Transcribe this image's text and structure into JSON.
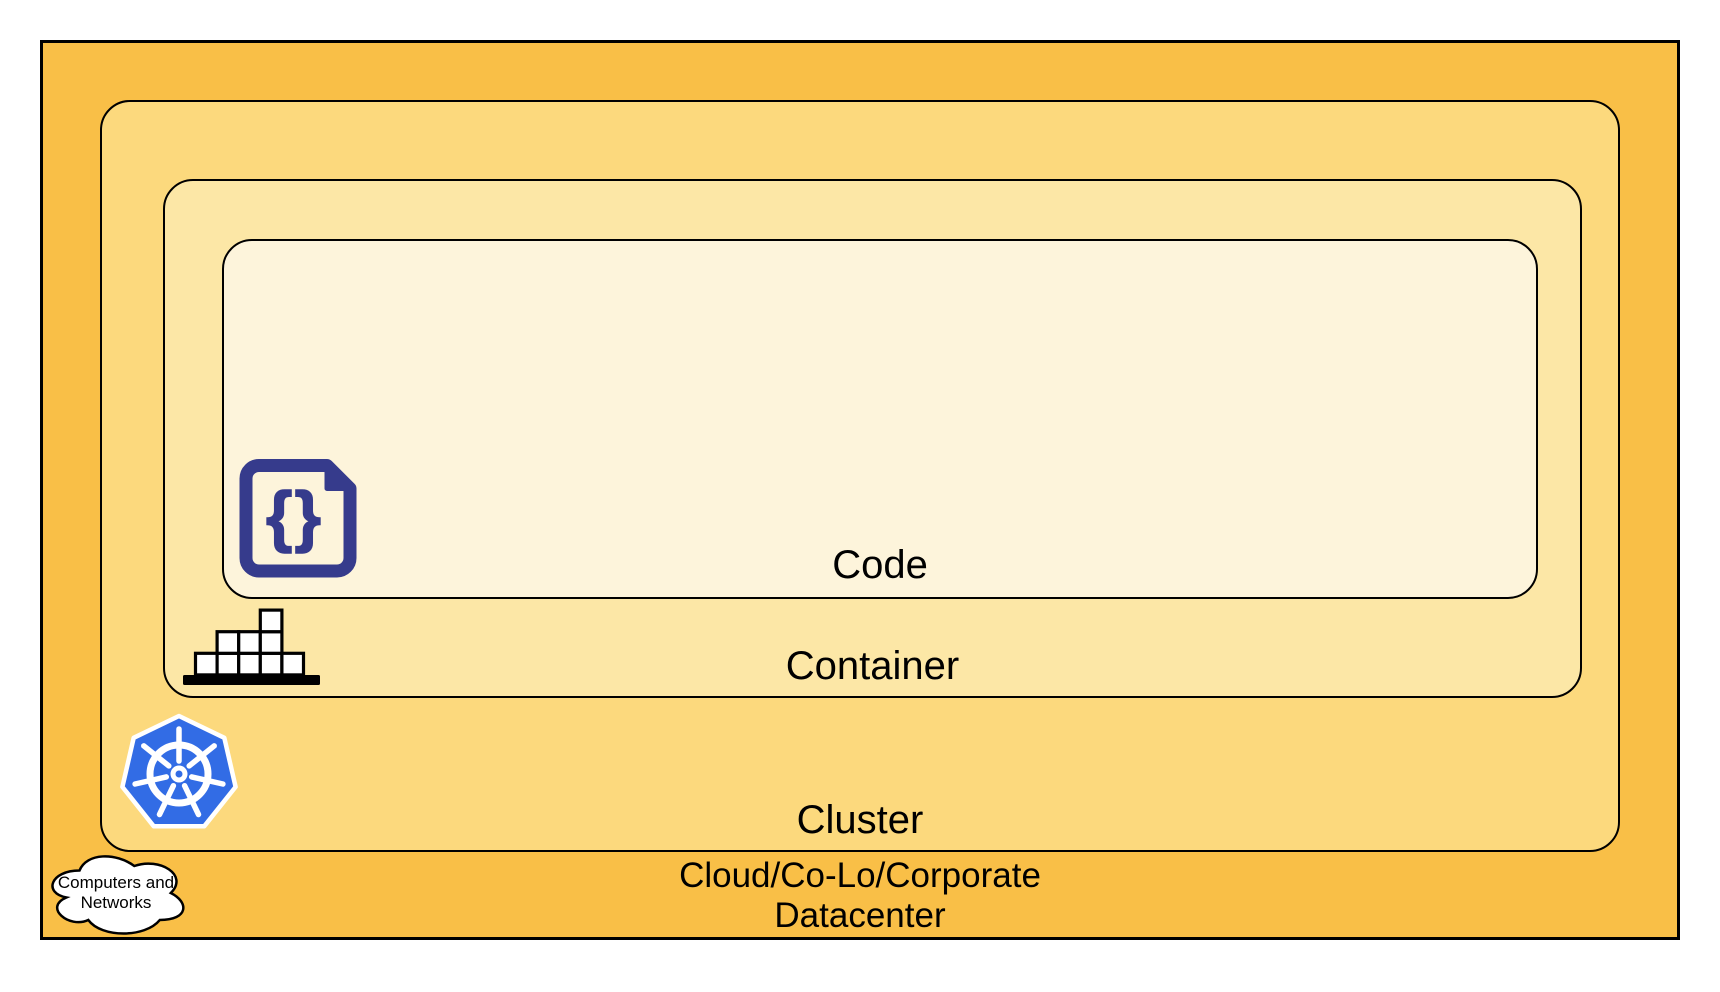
{
  "diagram": {
    "layers": {
      "code": {
        "label": "Code",
        "fill": "#FDF4DB"
      },
      "container": {
        "label": "Container",
        "fill": "#FCE7A6"
      },
      "cluster": {
        "label": "Cluster",
        "fill": "#FCD97D"
      },
      "datacenter": {
        "label_line1": "Cloud/Co-Lo/Corporate",
        "label_line2": "Datacenter",
        "fill": "#F9BF47"
      }
    },
    "cloud_callout": {
      "line1": "Computers and",
      "line2": "Networks",
      "fill": "#FFFFFF"
    },
    "icons": {
      "code_file": {
        "glyph": "{}",
        "color": "#363B8C"
      },
      "container_stack": {
        "color": "#000000",
        "box_fill": "#FFFFFF"
      },
      "kubernetes": {
        "color": "#326CE5",
        "wheel_color": "#FFFFFF"
      }
    },
    "border_color": "#000000",
    "background": "#FFFFFF"
  }
}
